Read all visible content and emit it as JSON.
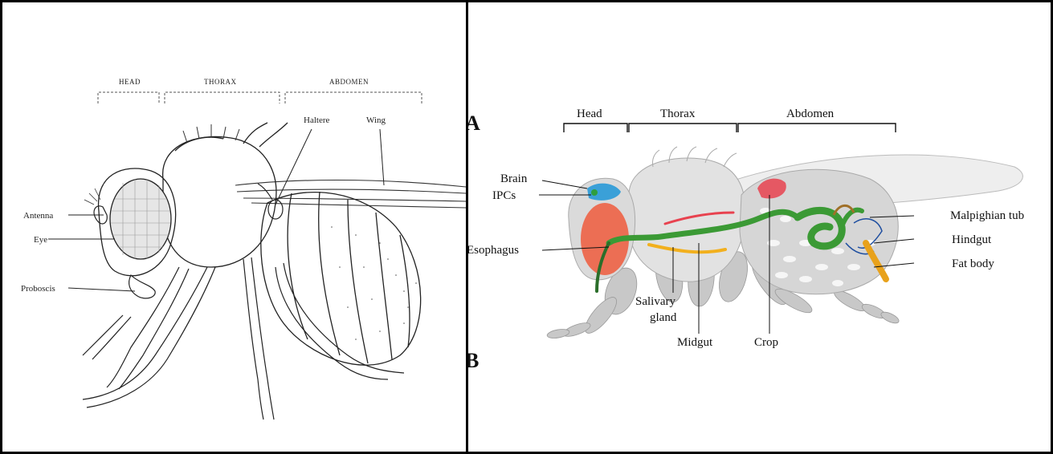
{
  "left_figure": {
    "sections": [
      "HEAD",
      "THORAX",
      "ABDOMEN"
    ],
    "labels": {
      "haltere": "Haltere",
      "wing": "Wing",
      "antenna": "Antenna",
      "eye": "Eye",
      "proboscis": "Proboscis"
    }
  },
  "right_figure": {
    "panel_letters": [
      "A",
      "B"
    ],
    "sections": [
      "Head",
      "Thorax",
      "Abdomen"
    ],
    "labels": {
      "brain": "Brain",
      "ipcs": "IPCs",
      "esophagus": "Esophagus",
      "salivary_line1": "Salivary",
      "salivary_line2": "gland",
      "midgut": "Midgut",
      "crop": "Crop",
      "malpighian": "Malpighian tub",
      "hindgut": "Hindgut",
      "fat_body": "Fat body"
    },
    "colors": {
      "brain": "#3aa0d8",
      "ipcs": "#2f9e3f",
      "gut": "#3b9a35",
      "crop": "#e8424f",
      "salivary": "#f2b01e",
      "malpighian": "#1f4fa0",
      "hindgut": "#e8a21c",
      "eye": "#ee5a3c"
    }
  }
}
